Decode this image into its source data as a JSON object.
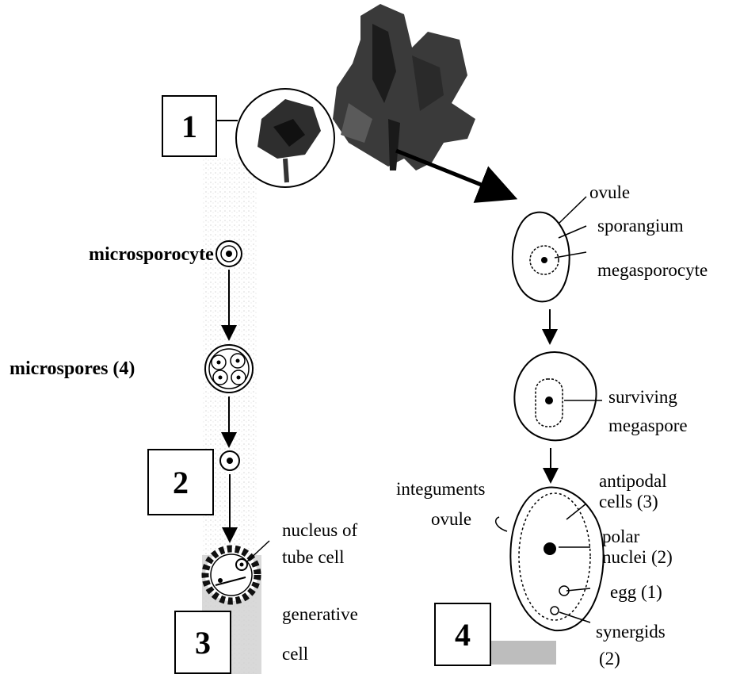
{
  "boxes": {
    "one": "1",
    "two": "2",
    "three": "3",
    "four": "4"
  },
  "male": {
    "microsporocyte": "microsporocyte",
    "microspores": "microspores (4)",
    "nucleus_line1": "nucleus of",
    "nucleus_line2": "tube cell",
    "generative_line1": "generative",
    "generative_line2": "cell"
  },
  "female": {
    "ovule": "ovule",
    "sporangium": "sporangium",
    "megasporocyte": "megasporocyte",
    "surviving_line1": "surviving",
    "surviving_line2": "megaspore",
    "integuments": "integuments",
    "ovule2": "ovule",
    "antipodal_line1": "antipodal",
    "antipodal_line2": "cells (3)",
    "polar_line1": "polar",
    "polar_line2": "nuclei (2)",
    "egg": "egg (1)",
    "synergids_line1": "synergids",
    "synergids_line2": "(2)"
  }
}
